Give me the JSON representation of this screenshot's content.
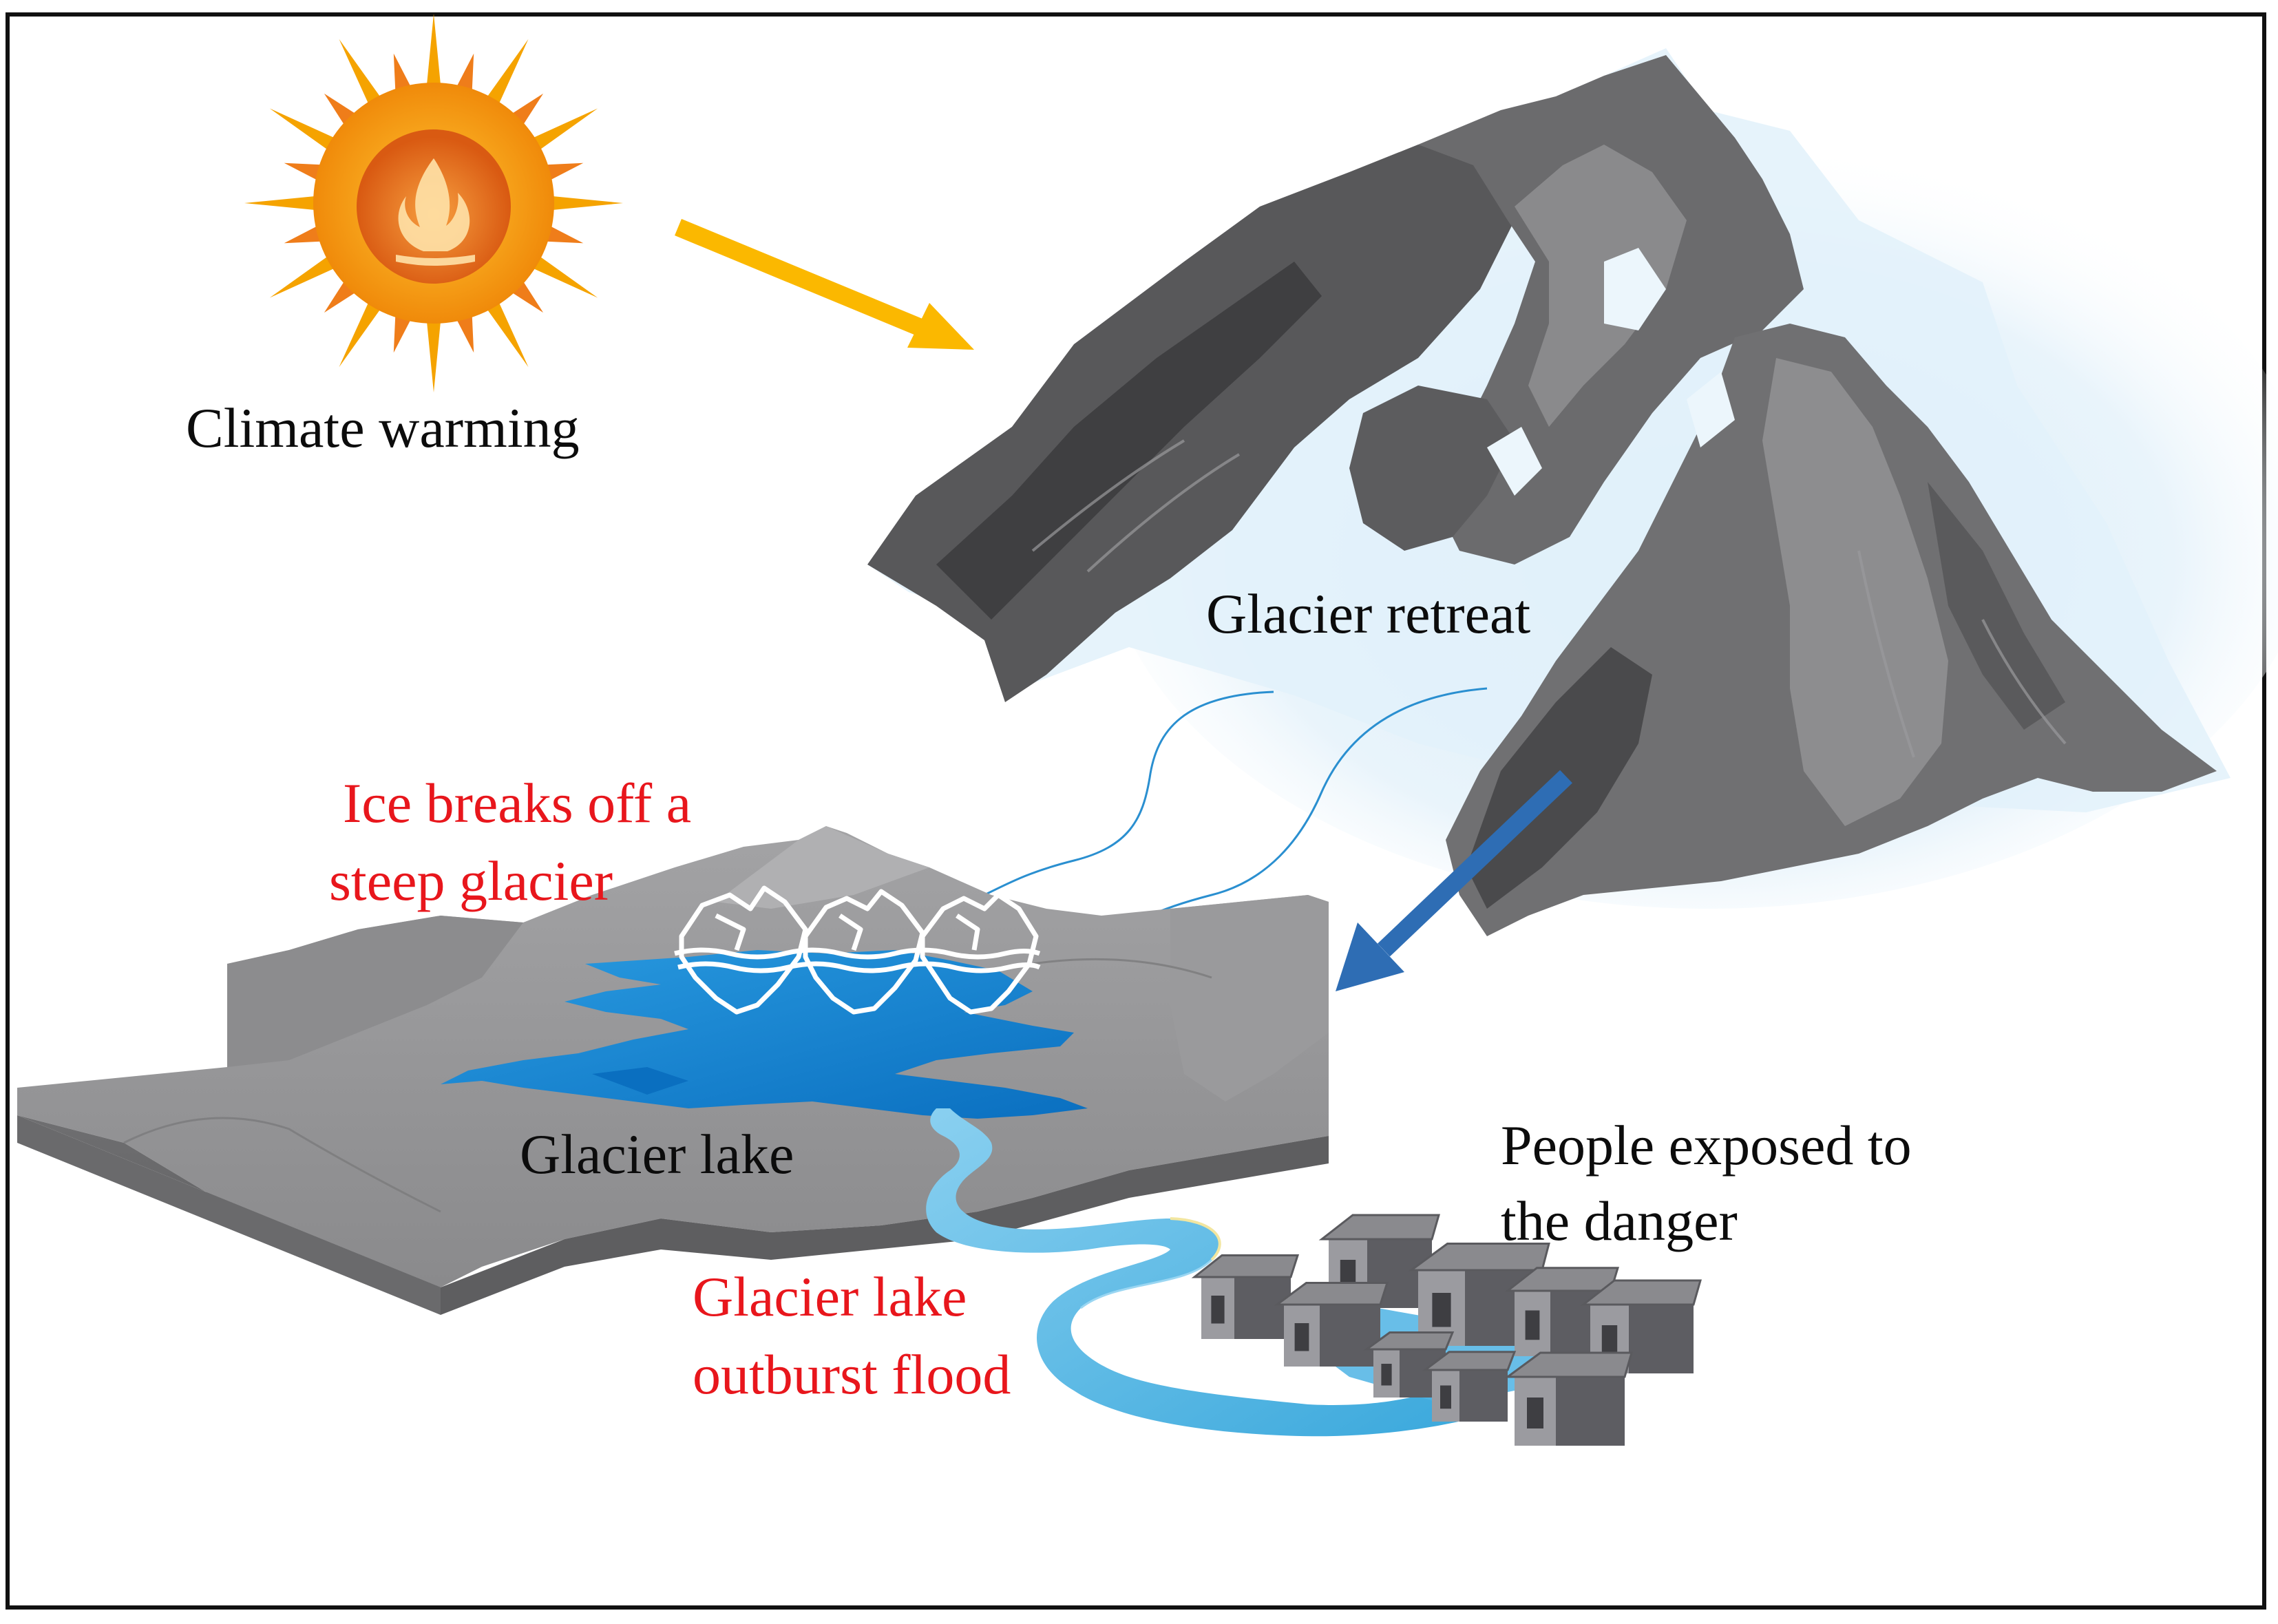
{
  "labels": {
    "climate_warming": "Climate warming",
    "glacier_retreat": "Glacier retreat",
    "ice_breaks_line1": "Ice breaks off a",
    "ice_breaks_line2": "steep glacier",
    "glacier_lake": "Glacier lake",
    "glof_line1": "Glacier lake",
    "glof_line2": "outburst flood",
    "people_line1": "People exposed to",
    "people_line2": "the danger"
  },
  "colors": {
    "sun_outer": "#f5a300",
    "sun_inner": "#e8701a",
    "warming_arrow": "#fbb800",
    "flow_arrow": "#2e6db4",
    "lake": "#1a8fd8",
    "river": "#6cc2ea",
    "rock": "#6e6e70",
    "ice": "#dfeff9",
    "red_text": "#e8161c"
  }
}
